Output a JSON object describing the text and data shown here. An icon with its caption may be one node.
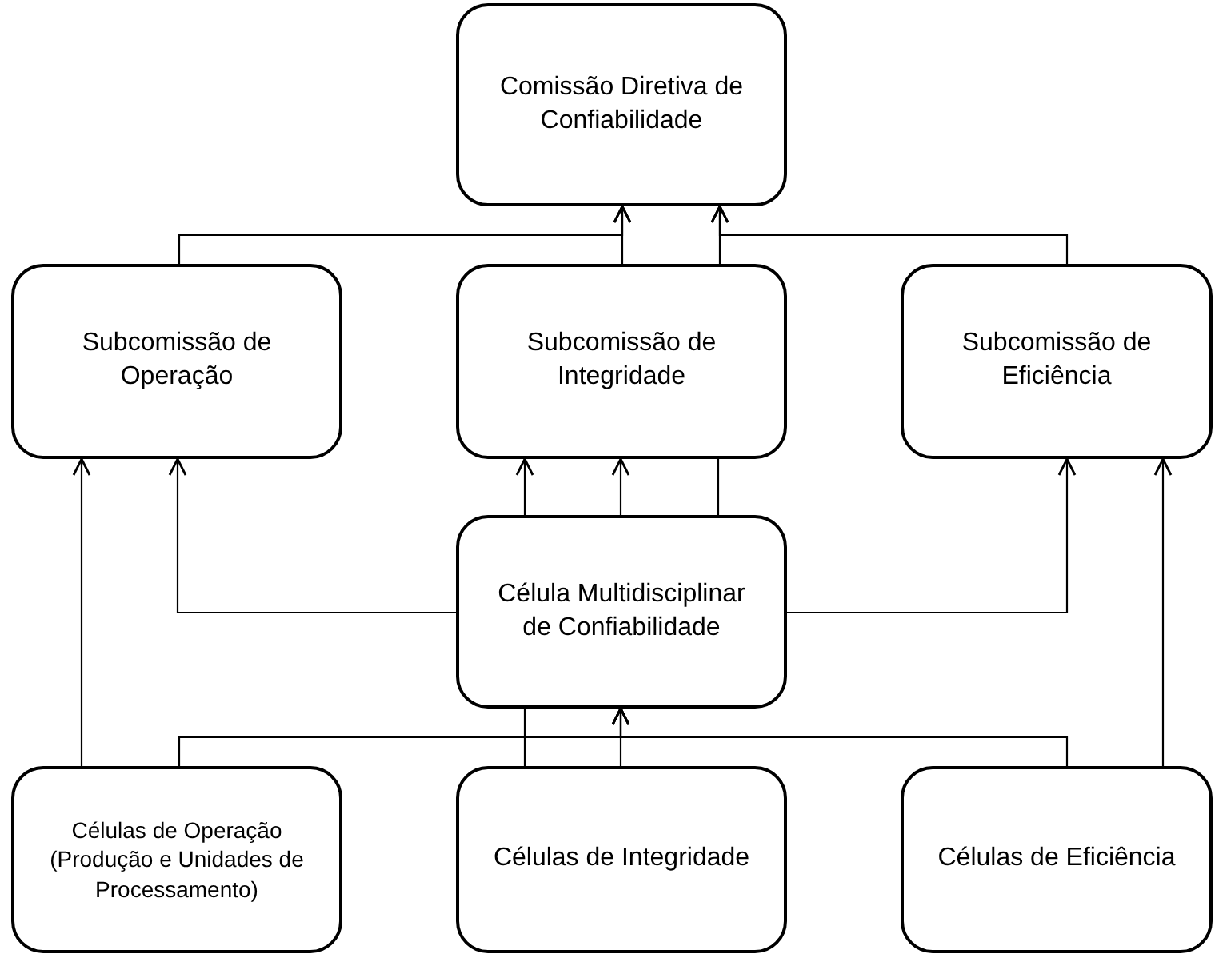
{
  "diagram": {
    "nodes": [
      {
        "text": [
          "Comissão Diretiva de Confiabilidade"
        ]
      },
      {
        "text": [
          "Subcomissão de Operação"
        ]
      },
      {
        "text": [
          "Subcomissão de Integridade"
        ]
      },
      {
        "text": [
          "Subcomissão de Eficiência"
        ]
      },
      {
        "text": [
          "Célula Multidisciplinar de Confiabilidade"
        ]
      },
      {
        "text": [
          "Células de Operação (Produção e Unidades de Processamento)"
        ]
      },
      {
        "text": [
          "Células de Integridade"
        ]
      },
      {
        "text": [
          "Células de Eficiência"
        ]
      }
    ],
    "edges": [
      {
        "from": 1,
        "to": 0,
        "arrow": "to"
      },
      {
        "from": 2,
        "to": 0,
        "arrow": "to"
      },
      {
        "from": 3,
        "to": 0,
        "arrow": "to"
      },
      {
        "from": 2,
        "to": 0,
        "arrow": "to"
      },
      {
        "from": 4,
        "to": 1,
        "arrow": "to"
      },
      {
        "from": 4,
        "to": 2,
        "arrow": "to"
      },
      {
        "from": 4,
        "to": 3,
        "arrow": "to"
      },
      {
        "from": 4,
        "to": 2,
        "arrow": "to"
      },
      {
        "from": 5,
        "to": 4,
        "arrow": "to"
      },
      {
        "from": 6,
        "to": 4,
        "arrow": "to"
      },
      {
        "from": 7,
        "to": 4,
        "arrow": "to"
      },
      {
        "from": 5,
        "to": 1,
        "arrow": "to"
      },
      {
        "from": 7,
        "to": 3,
        "arrow": "to"
      },
      {
        "from": 4,
        "to": 2,
        "arrow": "none"
      },
      {
        "from": 6,
        "to": 4,
        "arrow": "none"
      }
    ]
  }
}
